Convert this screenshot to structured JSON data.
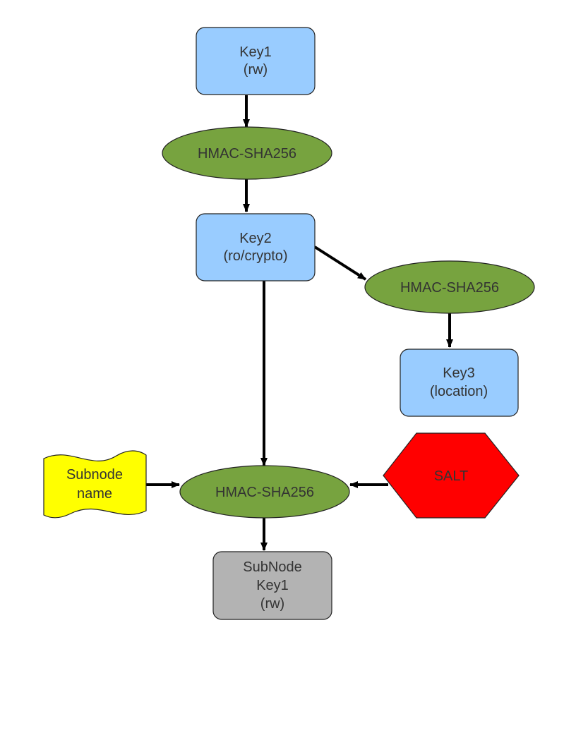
{
  "nodes": {
    "key1": {
      "line1": "Key1",
      "line2": "(rw)"
    },
    "hmac_a": {
      "label": "HMAC-SHA256"
    },
    "key2": {
      "line1": "Key2",
      "line2": "(ro/crypto)"
    },
    "hmac_b": {
      "label": "HMAC-SHA256"
    },
    "key3": {
      "line1": "Key3",
      "line2": "(location)"
    },
    "subnode_name": {
      "line1": "Subnode",
      "line2": "name"
    },
    "hmac_c": {
      "label": "HMAC-SHA256"
    },
    "salt": {
      "label": "SALT"
    },
    "subnode_key1": {
      "line1": "SubNode",
      "line2": "Key1",
      "line3": "(rw)"
    }
  },
  "colors": {
    "key_fill": "#99ccff",
    "hmac_fill": "#77a33f",
    "name_fill": "#ffff00",
    "salt_fill": "#ff0000",
    "subnode_fill": "#b3b3b3",
    "edge": "#000000"
  }
}
